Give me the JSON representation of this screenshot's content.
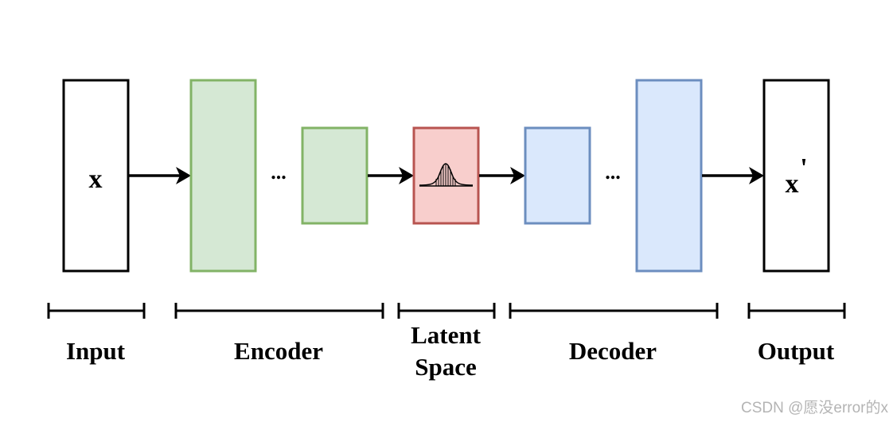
{
  "blocks": {
    "input_symbol": "x",
    "output_symbol": "x",
    "output_prime": "'",
    "encoder_ellipsis": "...",
    "decoder_ellipsis": "..."
  },
  "labels": {
    "input": "Input",
    "encoder": "Encoder",
    "latent_line1": "Latent",
    "latent_line2": "Space",
    "decoder": "Decoder",
    "output": "Output"
  },
  "colors": {
    "encoder_fill": "#d5e8d4",
    "encoder_stroke": "#82b366",
    "latent_fill": "#f8cecc",
    "latent_stroke": "#b85450",
    "decoder_fill": "#dae8fc",
    "decoder_stroke": "#6c8ebf",
    "io_fill": "#ffffff",
    "io_stroke": "#000000"
  },
  "watermark": "CSDN @愿没error的x"
}
